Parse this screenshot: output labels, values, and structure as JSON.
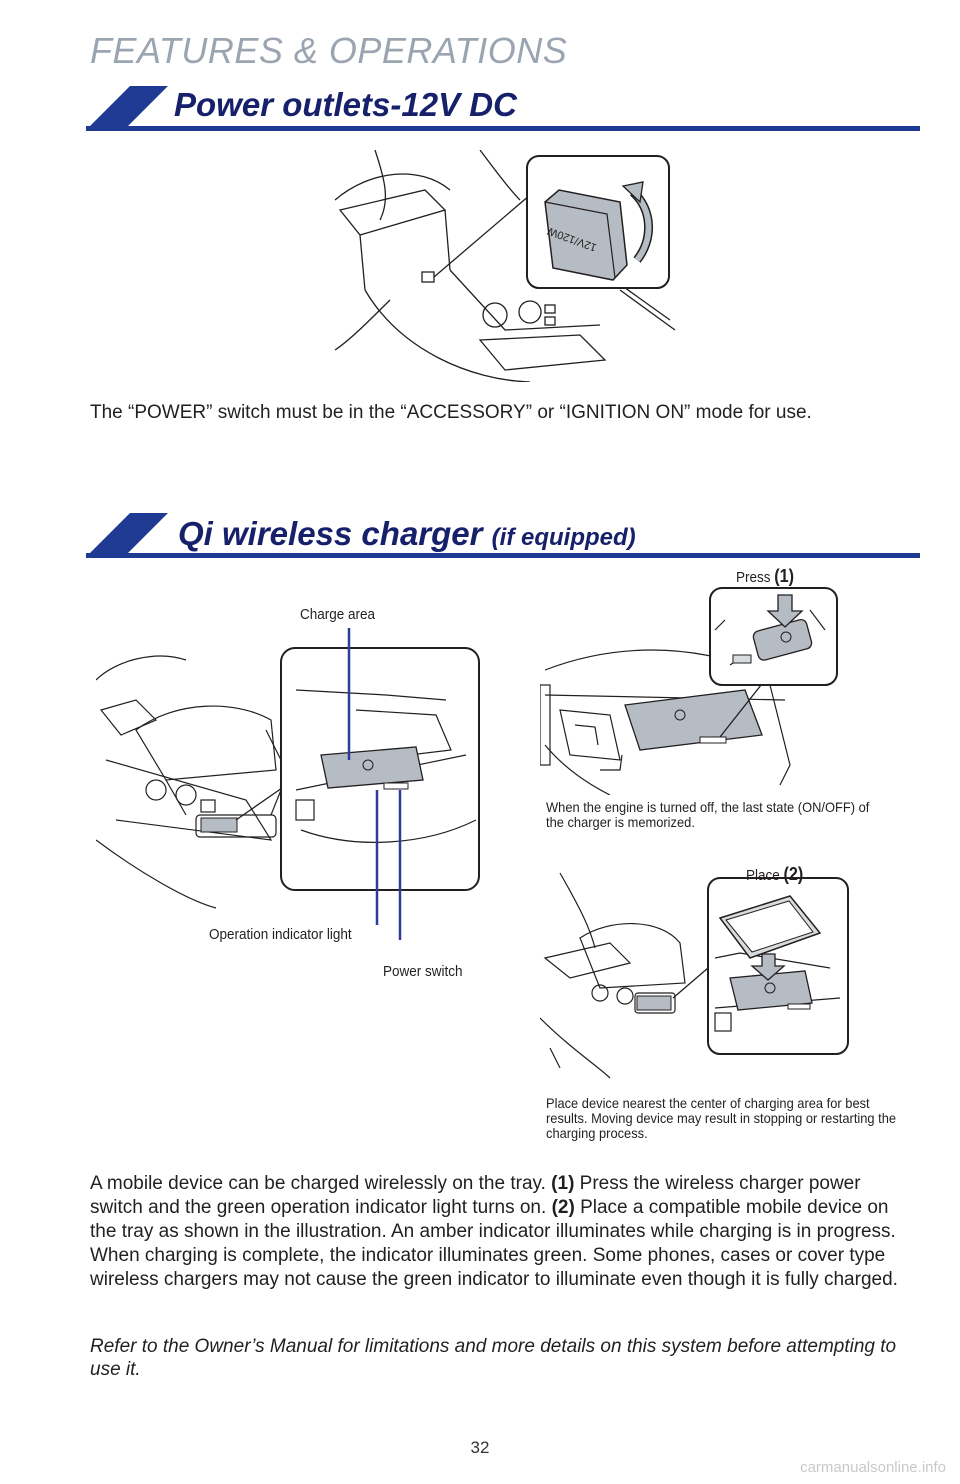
{
  "header": {
    "section": "FEATURES & OPERATIONS"
  },
  "outlets": {
    "title": "Power outlets-12V DC",
    "cap_label": "12V/120W",
    "note": "The “POWER” switch must be in the “ACCESSORY” or “IGNITION ON” mode for use."
  },
  "qi": {
    "title": "Qi wireless charger",
    "title_suffix": "(if equipped)",
    "labels": {
      "charge_area": "Charge area",
      "operation_light": "Operation indicator light",
      "power_switch": "Power switch",
      "press": "Press",
      "press_num": "(1)",
      "place": "Place",
      "place_num": "(2)"
    },
    "caption_memorized": "When the engine is turned off, the last state (ON/OFF) of the charger is memorized.",
    "caption_place": "Place device nearest the center of charging area for best results. Moving device may result in stopping or restarting the charging process.",
    "body_parts": [
      "A mobile device can be charged wirelessly on the tray. ",
      "(1)",
      " Press the wireless charger power switch and the green operation indicator light turns on. ",
      "(2)",
      " Place a compatible mobile device on the tray as shown in the illustration. An amber indicator illuminates while charging is in progress. When charging is complete, the indicator illuminates green. Some phones, cases or cover type wireless chargers may not cause the green indicator to illuminate even though it is fully charged."
    ],
    "refer_note": "Refer to the Owner’s Manual for limitations and more details on this system before attempting to use it."
  },
  "footer": {
    "page_number": "32",
    "watermark": "carmanualsonline.info"
  },
  "colors": {
    "navy": "#16206b",
    "banner_blue": "#1f3a93",
    "kicker_gray": "#9aa5b1",
    "callout_blue": "#2b3c9b"
  }
}
